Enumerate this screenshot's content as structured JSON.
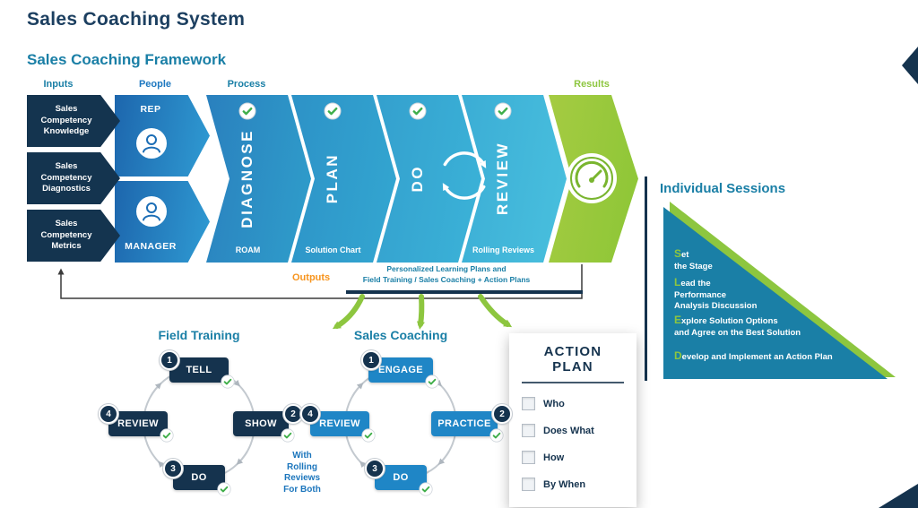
{
  "header": {
    "title": "Sales Coaching System",
    "subtitle": "Sales Coaching Framework"
  },
  "flow": {
    "inputs_label": "Inputs",
    "people_label": "People",
    "process_label": "Process",
    "results_label": "Results",
    "outputs_label": "Outputs",
    "inputs": [
      "Sales Competency Knowledge",
      "Sales Competency Diagnostics",
      "Sales Competency Metrics"
    ],
    "people": [
      "REP",
      "MANAGER"
    ],
    "process": [
      {
        "label": "DIAGNOSE",
        "sub": "ROAM"
      },
      {
        "label": "PLAN",
        "sub": "Solution Chart"
      },
      {
        "label": "DO",
        "sub": ""
      },
      {
        "label": "REVIEW",
        "sub": "Rolling Reviews"
      }
    ],
    "outputs_line1": "Personalized Learning Plans and",
    "outputs_line2": "Field Training  / Sales Coaching + Action Plans"
  },
  "cycles": [
    {
      "title": "Field Training",
      "steps": [
        {
          "num": "1",
          "label": "TELL"
        },
        {
          "num": "2",
          "label": "SHOW"
        },
        {
          "num": "3",
          "label": "DO"
        },
        {
          "num": "4",
          "label": "REVIEW"
        }
      ]
    },
    {
      "title": "Sales Coaching",
      "steps": [
        {
          "num": "1",
          "label": "ENGAGE"
        },
        {
          "num": "2",
          "label": "PRACTICE"
        },
        {
          "num": "3",
          "label": "DO"
        },
        {
          "num": "4",
          "label": "REVIEW"
        }
      ]
    }
  ],
  "rolling_note": "With\nRolling\nReviews\nFor Both",
  "action_plan": {
    "title": "ACTION PLAN",
    "items": [
      "Who",
      "Does What",
      "How",
      "By When"
    ]
  },
  "sessions": {
    "title": "Individual Sessions",
    "items": [
      {
        "lead": "S",
        "rest": "et\nthe Stage"
      },
      {
        "lead": "L",
        "rest": "ead the\nPerformance\nAnalysis Discussion"
      },
      {
        "lead": "E",
        "rest": "xplore Solution Options\nand Agree on the Best Solution"
      },
      {
        "lead": "D",
        "rest": "evelop and Implement an Action Plan"
      }
    ]
  },
  "colors": {
    "navy": "#15334e",
    "teal": "#1a7fa6",
    "blue": "#1e78c0",
    "green": "#8dc63f",
    "orange": "#f7941d"
  }
}
